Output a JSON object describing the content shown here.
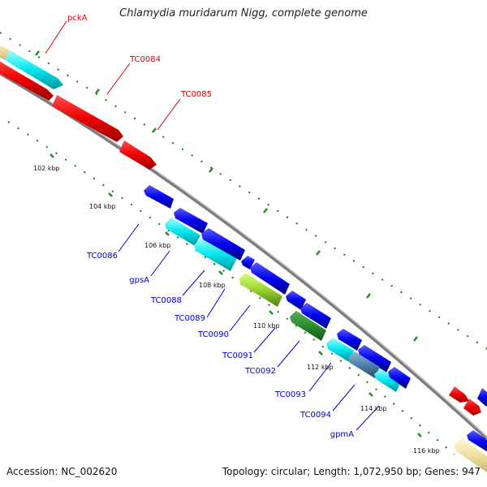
{
  "title": "Chlamydia muridarum Nigg, complete genome",
  "footer": {
    "accession": "Accession: NC_002620",
    "topology": "Topology: circular; Length: 1,072,950 bp; Genes: 947"
  },
  "colors": {
    "backbone": "#8a8a8a",
    "tick": "#228b22",
    "label_forward": "#dd0000",
    "label_reverse": "#0000cc",
    "red": "#ee0000",
    "cyan": "#00e5ee",
    "blue": "#0000ee",
    "beige": "#f0e0a0",
    "green": "#2e8b2e",
    "lightgreen": "#7ccd2a"
  },
  "scale_labels": [
    "102 kbp",
    "104 kbp",
    "106 kbp",
    "108 kbp",
    "110 kbp",
    "112 kbp",
    "114 kbp",
    "116 kbp"
  ],
  "forward_labels": [
    "pckA",
    "TC0084",
    "TC0085"
  ],
  "reverse_labels": [
    "TC0086",
    "gpsA",
    "TC0088",
    "TC0089",
    "TC0090",
    "TC0091",
    "TC0092",
    "TC0093",
    "TC0094",
    "gpmA"
  ]
}
